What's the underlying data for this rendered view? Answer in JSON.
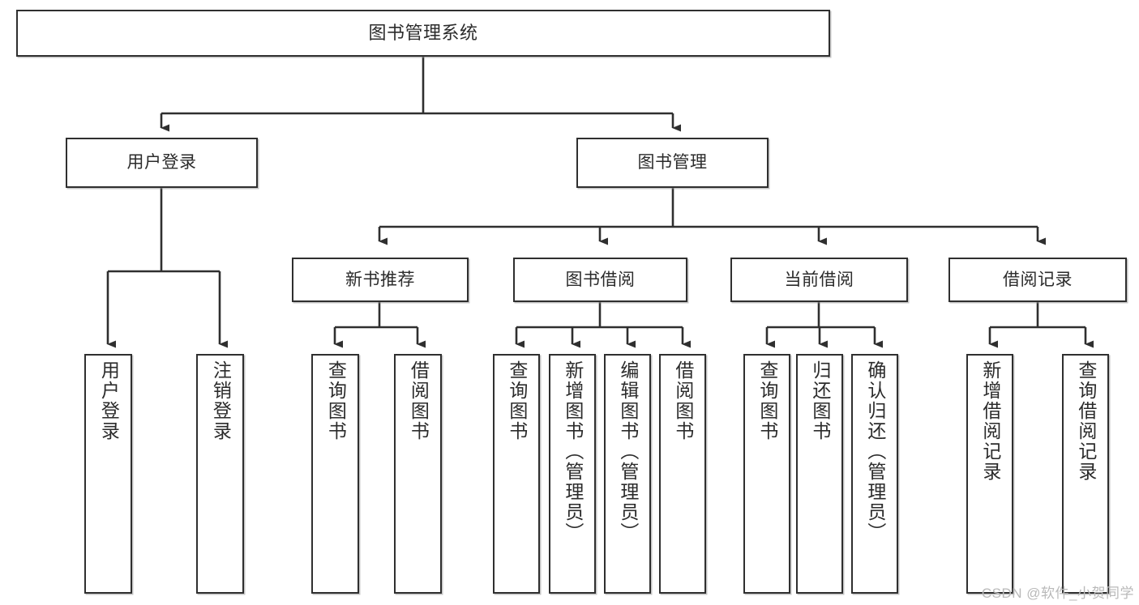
{
  "diagram": {
    "type": "tree-hierarchy",
    "title": "图书管理系统",
    "watermark": "CSDN @软件_小贺同学",
    "colors": {
      "stroke": "#2f2f2f",
      "fill": "#ffffff",
      "text": "#2b2b2b",
      "watermark": "#b9b9b9"
    },
    "levels": {
      "level1": [
        "图书管理系统"
      ],
      "level2": [
        "用户登录",
        "图书管理"
      ],
      "level3": [
        "新书推荐",
        "图书借阅",
        "当前借阅",
        "借阅记录"
      ],
      "level4": [
        "用户登录",
        "注销登录",
        "查询图书",
        "借阅图书",
        "查询图书",
        "新增图书（管理员）",
        "编辑图书（管理员）",
        "借阅图书",
        "查询图书",
        "归还图书",
        "确认归还（管理员）",
        "新增借阅记录",
        "查询借阅记录"
      ]
    },
    "nodes": {
      "root": {
        "label": "图书管理系统"
      },
      "user_login": {
        "label": "用户登录"
      },
      "book_mgmt": {
        "label": "图书管理"
      },
      "new_book_rec": {
        "label": "新书推荐"
      },
      "book_borrow": {
        "label": "图书借阅"
      },
      "current_borrow": {
        "label": "当前借阅"
      },
      "borrow_record": {
        "label": "借阅记录"
      },
      "leaf_user_login": {
        "label": "用户登录"
      },
      "leaf_logout": {
        "label": "注销登录"
      },
      "leaf_query_book_a": {
        "label": "查询图书"
      },
      "leaf_borrow_book_a": {
        "label": "借阅图书"
      },
      "leaf_query_book_b": {
        "label": "查询图书"
      },
      "leaf_add_book": {
        "label": "新增图书（管理员）"
      },
      "leaf_edit_book": {
        "label": "编辑图书（管理员）"
      },
      "leaf_borrow_book_b": {
        "label": "借阅图书"
      },
      "leaf_query_book_c": {
        "label": "查询图书"
      },
      "leaf_return_book": {
        "label": "归还图书"
      },
      "leaf_confirm_return": {
        "label": "确认归还（管理员）"
      },
      "leaf_add_record": {
        "label": "新增借阅记录"
      },
      "leaf_query_record": {
        "label": "查询借阅记录"
      }
    },
    "edges": [
      {
        "from": "root",
        "to": "user_login"
      },
      {
        "from": "root",
        "to": "book_mgmt"
      },
      {
        "from": "user_login",
        "to": "leaf_user_login"
      },
      {
        "from": "user_login",
        "to": "leaf_logout"
      },
      {
        "from": "book_mgmt",
        "to": "new_book_rec"
      },
      {
        "from": "book_mgmt",
        "to": "book_borrow"
      },
      {
        "from": "book_mgmt",
        "to": "current_borrow"
      },
      {
        "from": "book_mgmt",
        "to": "borrow_record"
      },
      {
        "from": "new_book_rec",
        "to": "leaf_query_book_a"
      },
      {
        "from": "new_book_rec",
        "to": "leaf_borrow_book_a"
      },
      {
        "from": "book_borrow",
        "to": "leaf_query_book_b"
      },
      {
        "from": "book_borrow",
        "to": "leaf_add_book"
      },
      {
        "from": "book_borrow",
        "to": "leaf_edit_book"
      },
      {
        "from": "book_borrow",
        "to": "leaf_borrow_book_b"
      },
      {
        "from": "current_borrow",
        "to": "leaf_query_book_c"
      },
      {
        "from": "current_borrow",
        "to": "leaf_return_book"
      },
      {
        "from": "current_borrow",
        "to": "leaf_confirm_return"
      },
      {
        "from": "borrow_record",
        "to": "leaf_add_record"
      },
      {
        "from": "borrow_record",
        "to": "leaf_query_record"
      }
    ]
  }
}
